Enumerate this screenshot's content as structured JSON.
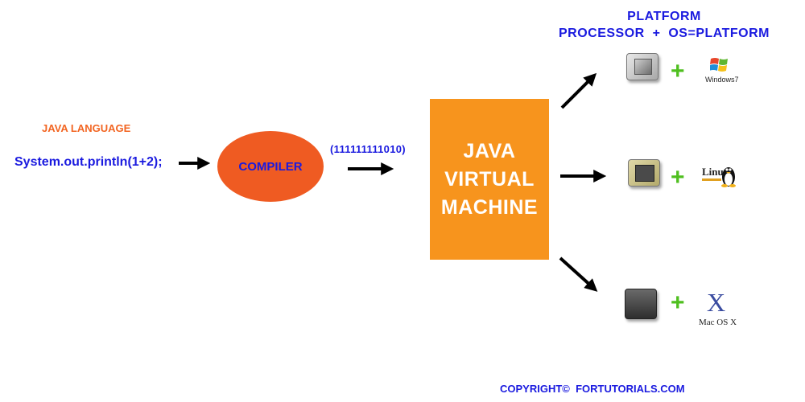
{
  "platform": {
    "title": "PLATFORM",
    "formula": "PROCESSOR  +  OS=PLATFORM"
  },
  "source": {
    "language_label": "JAVA LANGUAGE",
    "code": "System.out.println(1+2);"
  },
  "compiler": {
    "label": "COMPILER"
  },
  "bytecode": {
    "label": "(111111111010)"
  },
  "jvm": {
    "label": "JAVA\nVIRTUAL\nMACHINE"
  },
  "platforms": [
    {
      "processor_icon": "intel-core-i7-chip-icon",
      "os_icon": "windows-logo-icon",
      "os_label": "Windows7"
    },
    {
      "processor_icon": "amd-chip-icon",
      "os_icon": "linux-tux-icon",
      "os_label": "Linux"
    },
    {
      "processor_icon": "mac-processor-icon",
      "os_icon": "mac-os-x-icon",
      "os_label": "Mac OS X",
      "os_mark": "X"
    }
  ],
  "plus_symbol": "+",
  "footer": {
    "copyright": "COPYRIGHT©  FORTUTORIALS.COM"
  },
  "colors": {
    "title_blue": "#1a1adf",
    "compiler_fill": "#ef5b22",
    "jvm_fill": "#f7941d",
    "lang_orange": "#f26522",
    "plus_green": "#4fbf1f"
  }
}
